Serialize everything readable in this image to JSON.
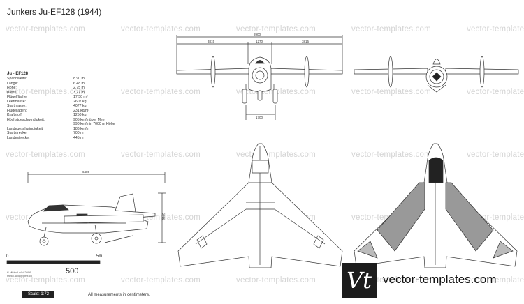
{
  "title": "Junkers Ju-EF128 (1944)",
  "watermark": "vector-templates.com",
  "spec_title": "Ju - EF128",
  "specs": [
    {
      "label": "Spannweite:",
      "value": "8.90 m"
    },
    {
      "label": "Länge:",
      "value": "6.48 m"
    },
    {
      "label": "Höhe:",
      "value": "2.75 m"
    },
    {
      "label": "Breite:",
      "value": "3.27 m"
    },
    {
      "label": "Flügelfläche:",
      "value": "17.50 m²"
    },
    {
      "label": "Leermasse:",
      "value": "2607 kg"
    },
    {
      "label": "Startmasse:",
      "value": "4077 kg"
    },
    {
      "label": "Flügelladen:",
      "value": "231 kg/m²"
    },
    {
      "label": "Kraftstoff:",
      "value": "1250 kg"
    },
    {
      "label": "Höchstgeschwindigkeit:",
      "value": "905 km/h über Meer"
    },
    {
      "label": "",
      "value": "990 km/h in 7000 m Höhe"
    },
    {
      "label": "Landegeschwindigkeit:",
      "value": "186 km/h"
    },
    {
      "label": "Startstrecke:",
      "value": "700 m"
    },
    {
      "label": "Landestrecke:",
      "value": "445 m"
    }
  ],
  "dimensions": {
    "span": "8900",
    "left": "3815",
    "center": "1270",
    "right": "3815",
    "gear": "1700",
    "length": "6485",
    "height": "2755"
  },
  "scale_bar": {
    "start": "0",
    "end": "5m",
    "big": "500"
  },
  "scale_label": "Scale: 1:72",
  "note": "All measurements in centimeters.",
  "credit": "© Mirko Lučić 2006\nmirko.lucic@gmx.ch",
  "brand": {
    "logo": "Vt",
    "text": "vector-templates.com"
  }
}
